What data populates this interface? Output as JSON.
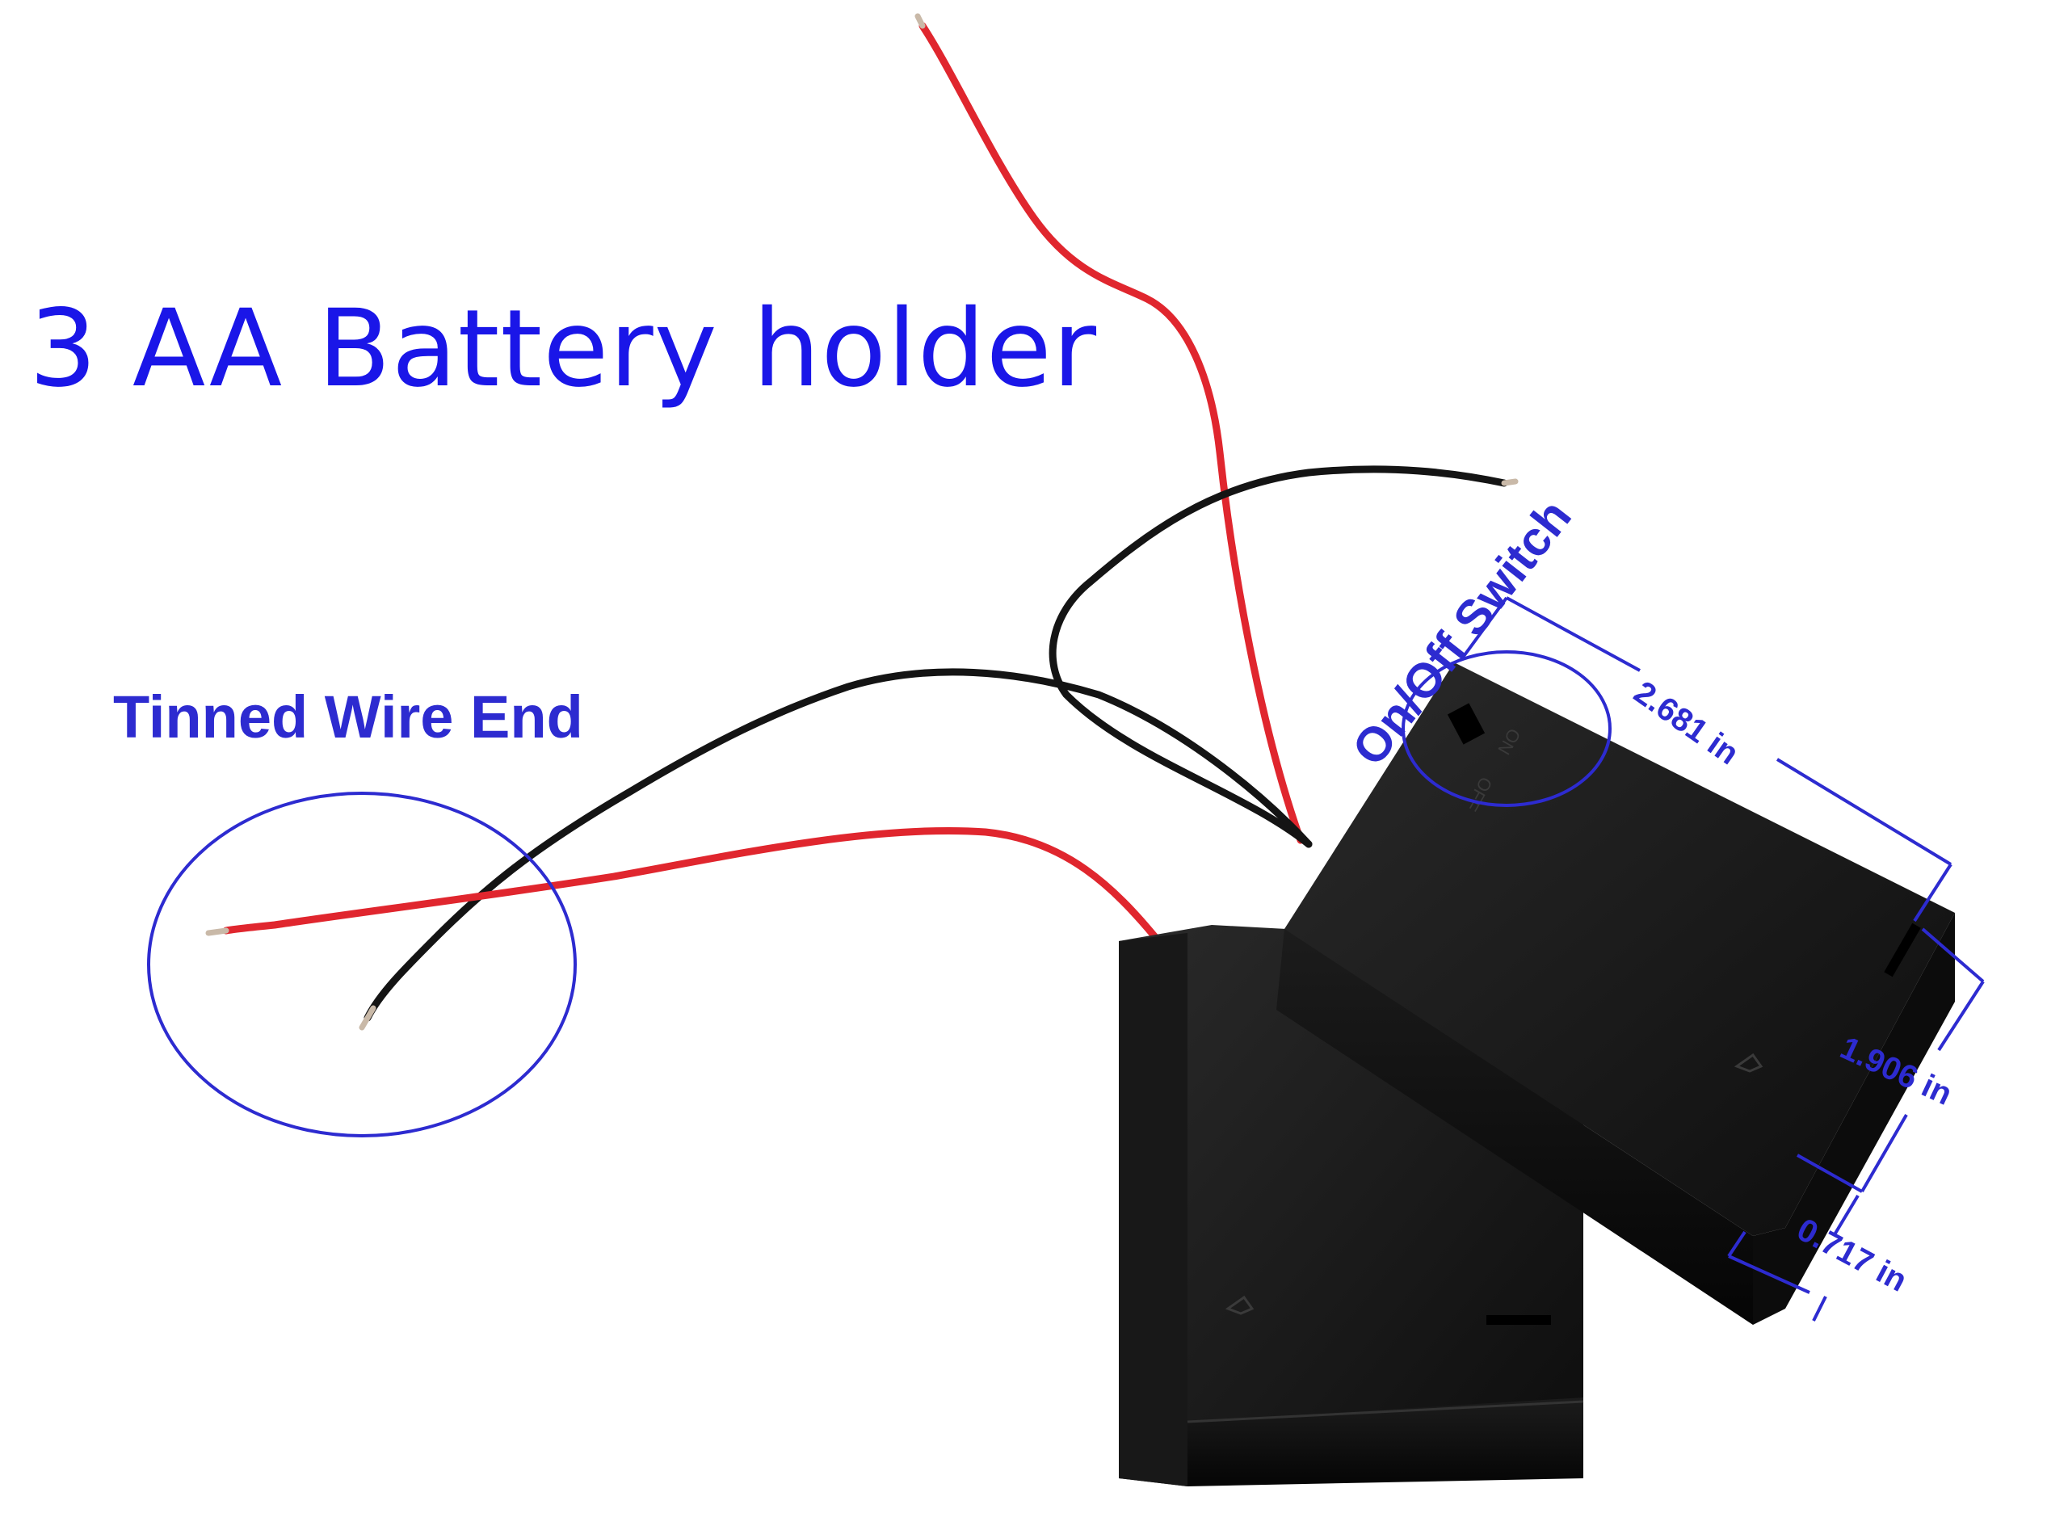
{
  "title": "3 AA Battery holder",
  "callouts": {
    "tinned_wire_end": "Tinned Wire End",
    "on_off_switch": "On/Off Switch"
  },
  "dimensions": {
    "length": "2.681 in",
    "width": "1.906 in",
    "height": "0.717 in"
  },
  "switch_markings": {
    "off": "OFF",
    "on": "ON"
  },
  "colors": {
    "annotation_blue": "#2d2bd0",
    "title_blue": "#1a16e8",
    "red_wire": "#e0262e",
    "black_wire": "#141414",
    "case_black": "#111111"
  }
}
